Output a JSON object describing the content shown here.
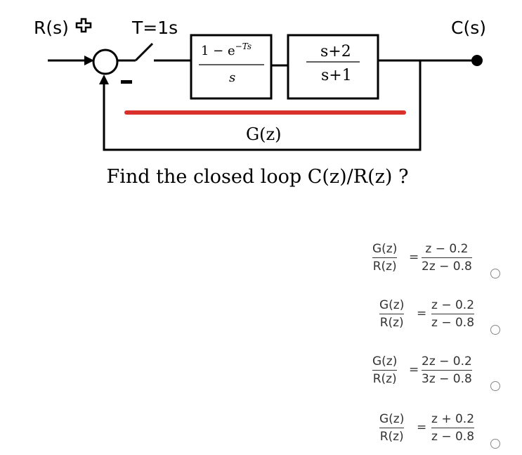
{
  "diagram": {
    "input_label": "R(s)",
    "sample_label": "T=1s",
    "output_label": "C(s)",
    "minus_sign": "−",
    "zoh_num": "1 − e",
    "zoh_exp": "−Ts",
    "zoh_den": "s",
    "plant_num": "s+2",
    "plant_den": "s+1",
    "group_label": "G(z)",
    "group_bar_color": "#d9302b"
  },
  "question": "Find the closed loop C(z)/R(z) ?",
  "options": [
    {
      "lhs_num": "G(z)",
      "lhs_den": "R(z)",
      "rhs_num": "z − 0.2",
      "rhs_den": "2z − 0.8",
      "selected": false
    },
    {
      "lhs_num": "G(z)",
      "lhs_den": "R(z)",
      "rhs_num": "z − 0.2",
      "rhs_den": "z − 0.8",
      "selected": false
    },
    {
      "lhs_num": "G(z)",
      "lhs_den": "R(z)",
      "rhs_num": "2z − 0.2",
      "rhs_den": "3z − 0.8",
      "selected": false
    },
    {
      "lhs_num": "G(z)",
      "lhs_den": "R(z)",
      "rhs_num": "z + 0.2",
      "rhs_den": "z − 0.8",
      "selected": false
    }
  ]
}
